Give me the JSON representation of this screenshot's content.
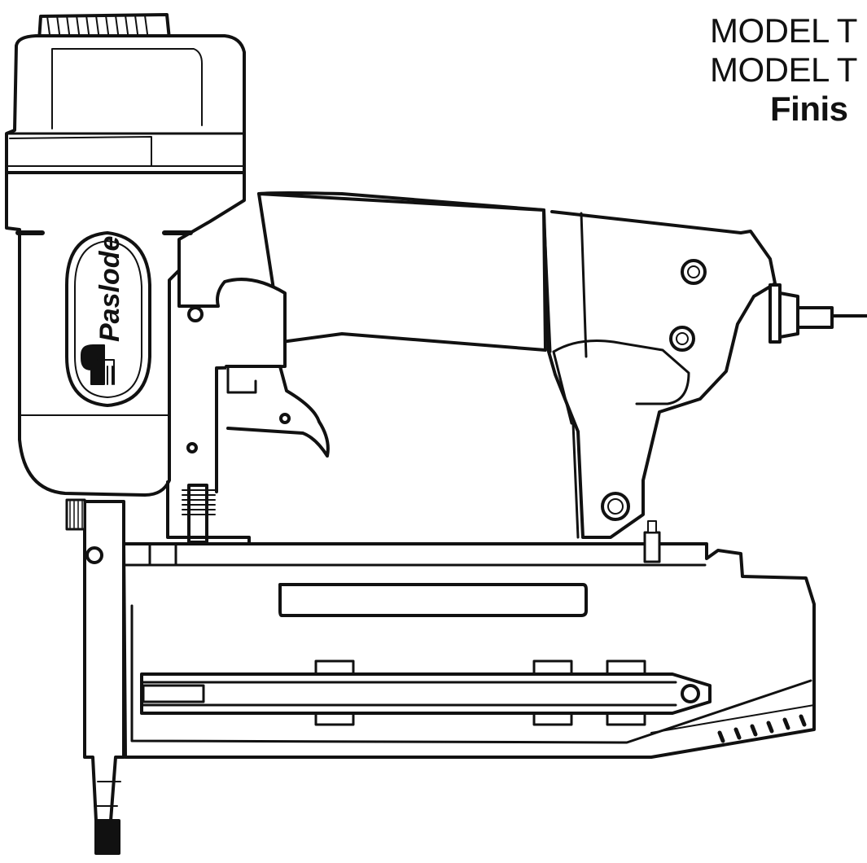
{
  "document": {
    "title_lines": [
      "MODEL T",
      "MODEL T",
      "Finis"
    ],
    "brand": "Paslode"
  },
  "colors": {
    "ink": "#111111",
    "paper": "#ffffff",
    "light_gray": "#d8d8d8"
  }
}
